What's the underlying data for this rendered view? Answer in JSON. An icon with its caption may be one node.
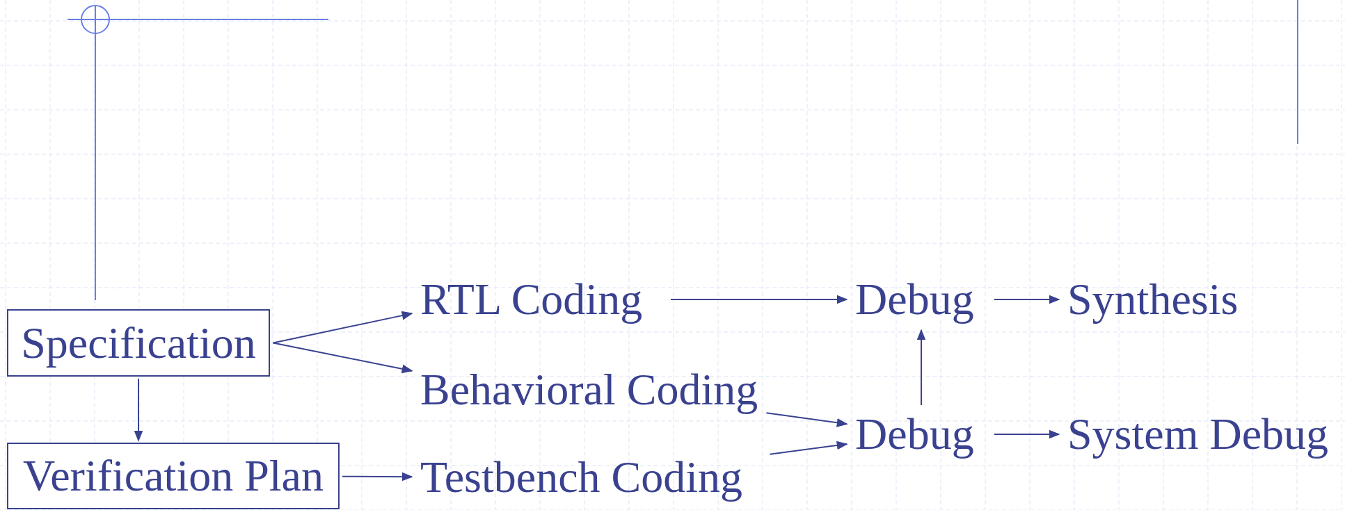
{
  "diagram": {
    "nodes": [
      {
        "text": [
          "Specification"
        ]
      },
      {
        "text": [
          "Verification Plan"
        ]
      },
      {
        "text": [
          "RTL Coding"
        ]
      },
      {
        "text": [
          "Behavioral Coding"
        ]
      },
      {
        "text": [
          "Testbench Coding"
        ]
      },
      {
        "text": [
          "Debug"
        ]
      },
      {
        "text": [
          "Debug"
        ]
      },
      {
        "text": [
          "Synthesis"
        ]
      },
      {
        "text": [
          "System Debug"
        ]
      }
    ],
    "edges": [
      {
        "from": 0,
        "to": 2,
        "arrow": "to"
      },
      {
        "from": 0,
        "to": 3,
        "arrow": "to"
      },
      {
        "from": 0,
        "to": 1,
        "arrow": "to"
      },
      {
        "from": 1,
        "to": 4,
        "arrow": "to"
      },
      {
        "from": 2,
        "to": 5,
        "arrow": "to"
      },
      {
        "from": 5,
        "to": 7,
        "arrow": "to"
      },
      {
        "from": 3,
        "to": 6,
        "arrow": "to"
      },
      {
        "from": 4,
        "to": 6,
        "arrow": "to"
      },
      {
        "from": 6,
        "to": 5,
        "arrow": "to"
      },
      {
        "from": 6,
        "to": 8,
        "arrow": "to"
      }
    ]
  }
}
